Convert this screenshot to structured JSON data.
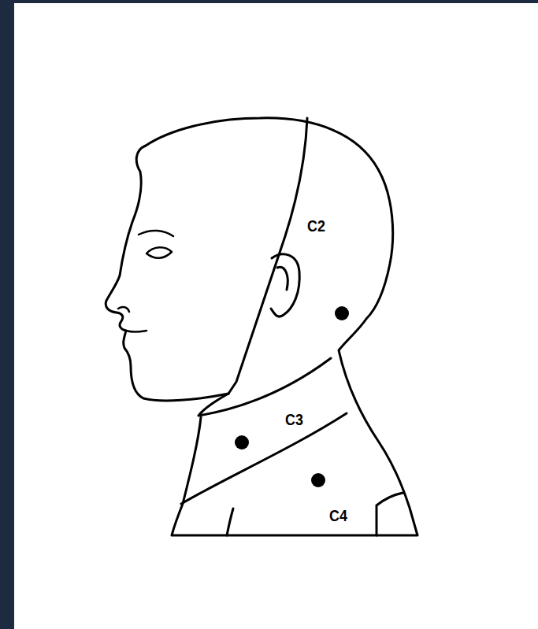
{
  "diagram": {
    "labels": [
      "C2",
      "C3",
      "C4"
    ]
  }
}
